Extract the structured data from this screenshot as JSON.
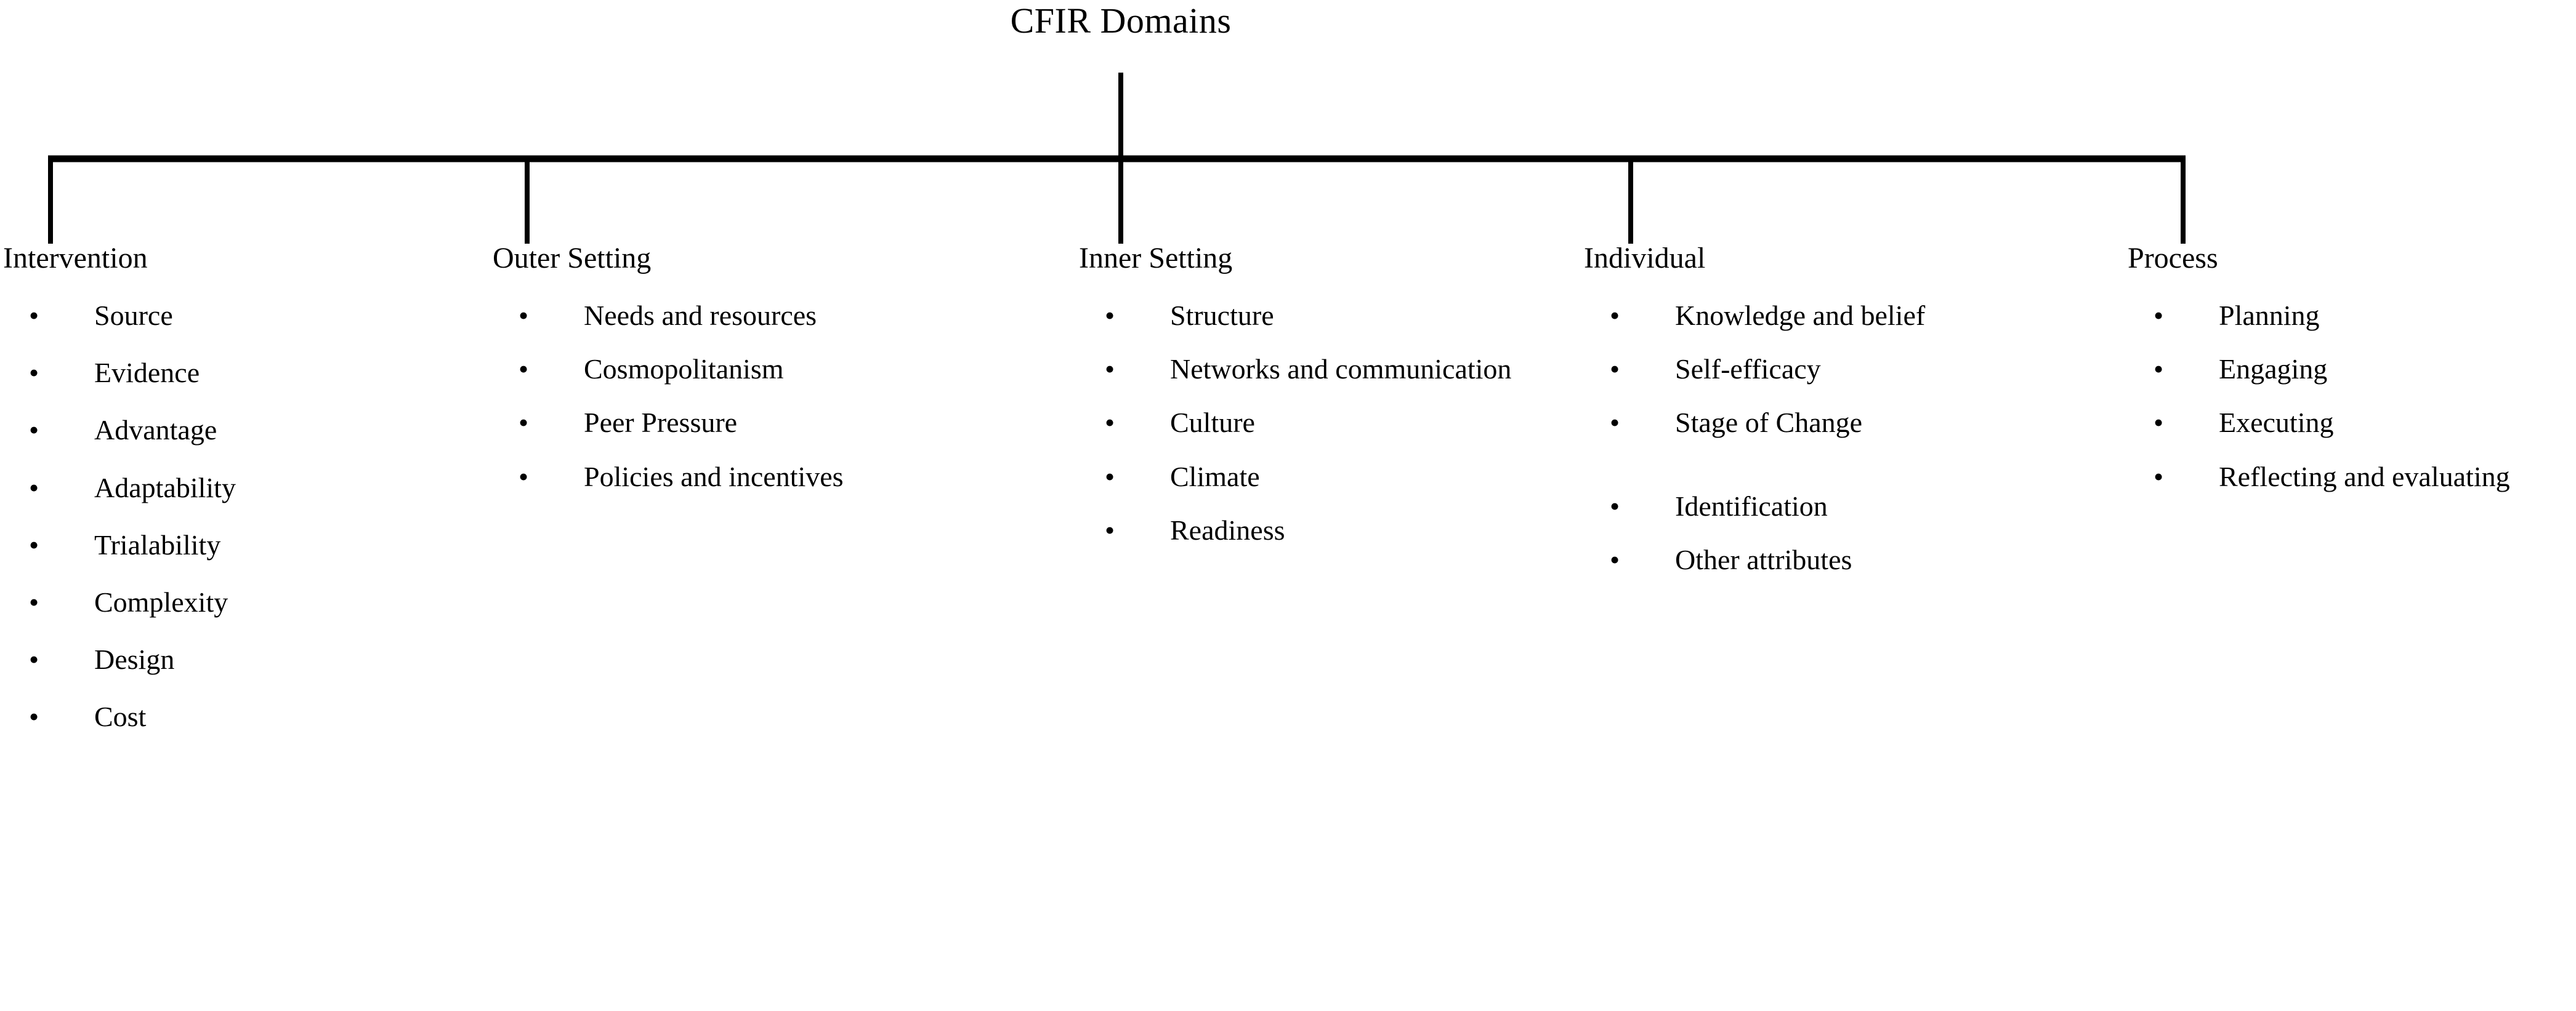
{
  "title": "CFIR Domains",
  "colors": {
    "line": "#000000",
    "text": "#000000",
    "background": "#ffffff"
  },
  "connector": {
    "stem_label": "root-stem",
    "bar_label": "horizontal-connector-bar",
    "branch_count": 5
  },
  "columns": [
    {
      "id": "intervention",
      "header": "Intervention",
      "items": [
        {
          "label": "Source",
          "gap_before": false
        },
        {
          "label": "Evidence",
          "gap_before": false
        },
        {
          "label": "Advantage",
          "gap_before": false
        },
        {
          "label": "Adaptability",
          "gap_before": false
        },
        {
          "label": "Trialability",
          "gap_before": false
        },
        {
          "label": "Complexity",
          "gap_before": false
        },
        {
          "label": "Design",
          "gap_before": false
        },
        {
          "label": "Cost",
          "gap_before": false
        }
      ]
    },
    {
      "id": "outer-setting",
      "header": "Outer Setting",
      "items": [
        {
          "label": "Needs and resources",
          "gap_before": false
        },
        {
          "label": "Cosmopolitanism",
          "gap_before": false
        },
        {
          "label": "Peer Pressure",
          "gap_before": false
        },
        {
          "label": "Policies and incentives",
          "gap_before": false
        }
      ]
    },
    {
      "id": "inner-setting",
      "header": "Inner Setting",
      "items": [
        {
          "label": "Structure",
          "gap_before": false
        },
        {
          "label": "Networks and communication",
          "gap_before": false
        },
        {
          "label": "Culture",
          "gap_before": false
        },
        {
          "label": "Climate",
          "gap_before": false
        },
        {
          "label": "Readiness",
          "gap_before": false
        }
      ]
    },
    {
      "id": "individual",
      "header": "Individual",
      "items": [
        {
          "label": "Knowledge and belief",
          "gap_before": false
        },
        {
          "label": "Self-efficacy",
          "gap_before": false
        },
        {
          "label": "Stage of Change",
          "gap_before": false
        },
        {
          "label": "Identification",
          "gap_before": true
        },
        {
          "label": "Other attributes",
          "gap_before": false
        }
      ]
    },
    {
      "id": "process",
      "header": "Process",
      "items": [
        {
          "label": "Planning",
          "gap_before": false
        },
        {
          "label": "Engaging",
          "gap_before": false
        },
        {
          "label": "Executing",
          "gap_before": false
        },
        {
          "label": "Reflecting and evaluating",
          "gap_before": false
        }
      ]
    }
  ],
  "bullet_glyph": "•"
}
